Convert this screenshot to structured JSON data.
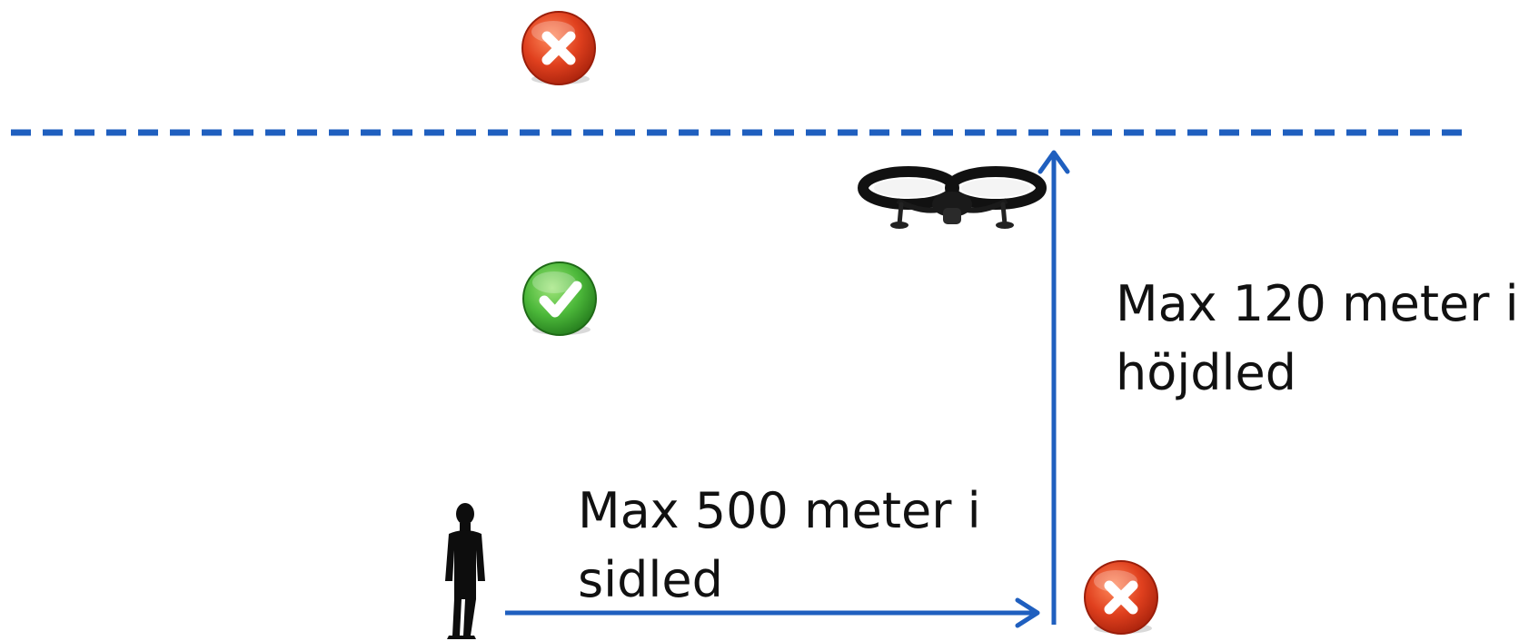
{
  "labels": {
    "horizontal_limit": [
      "Max 500 meter i",
      "sidled"
    ],
    "vertical_limit": [
      "Max 120 meter i",
      "höjdled"
    ]
  },
  "colors": {
    "line": "#1f5fbf",
    "cross": "#d23a1c",
    "check": "#39a82e"
  },
  "icons": {
    "top_marker": "red-cross-icon",
    "middle_marker": "green-check-icon",
    "bottom_right_marker": "red-cross-icon",
    "aircraft": "quadcopter-drone-icon",
    "pilot": "person-silhouette-icon"
  }
}
